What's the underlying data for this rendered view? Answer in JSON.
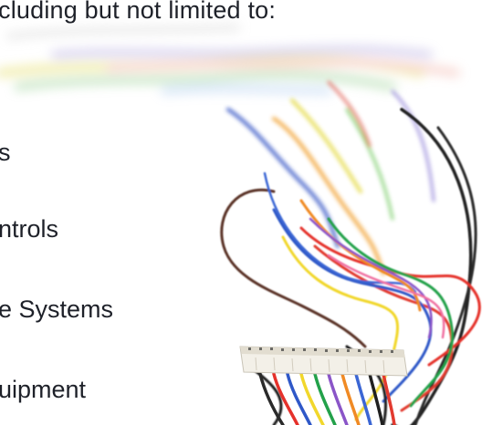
{
  "heading": "cluding but not limited to:",
  "list": {
    "items": [
      "s",
      "ntrols",
      "e Systems",
      "uipment"
    ]
  }
}
